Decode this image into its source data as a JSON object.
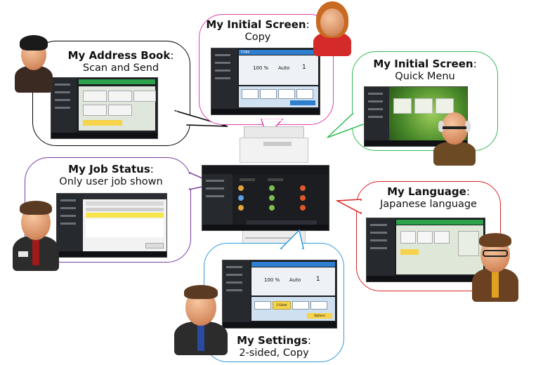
{
  "callouts": {
    "address_book": {
      "title": "My Address Book",
      "subtitle": "Scan and Send"
    },
    "initial_copy": {
      "title": "My Initial Screen",
      "subtitle": "Copy"
    },
    "initial_quick": {
      "title": "My Initial Screen",
      "subtitle": "Quick Menu"
    },
    "job_status": {
      "title": "My Job Status",
      "subtitle": "Only user job shown"
    },
    "language": {
      "title": "My Language",
      "subtitle": "Japanese language"
    },
    "settings": {
      "title": "My Settings",
      "subtitle": "2-sided, Copy"
    }
  },
  "colors": {
    "address_book_border": "#000000",
    "initial_copy_border": "#e040b0",
    "initial_quick_border": "#33bb55",
    "job_status_border": "#7a3aa0",
    "language_border": "#dd2222",
    "settings_border": "#3399dd",
    "screen_green": "#2ca24a",
    "screen_blue": "#2f7fd0"
  },
  "screen_text": {
    "copy_header": "Copy",
    "copy_qty": "1",
    "copy_zoom": "100 %",
    "copy_paper": "Auto",
    "copy_start": "Options",
    "settings_mode": "2-Sided"
  }
}
